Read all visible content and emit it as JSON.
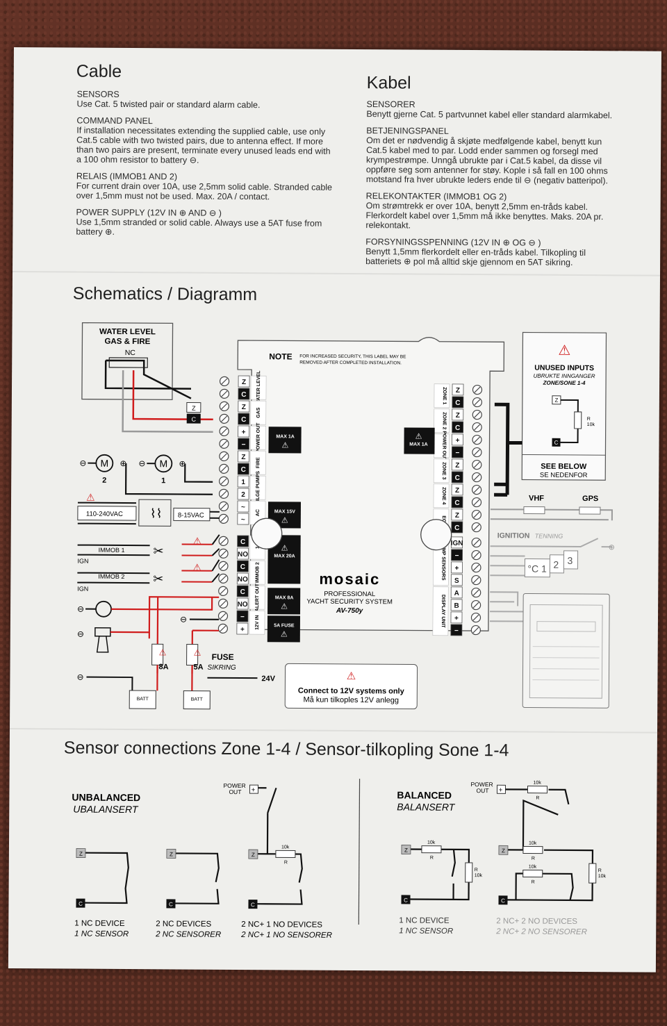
{
  "left_section": {
    "title": "Cable",
    "paragraphs": [
      {
        "label": "SENSORS",
        "text": "Use Cat. 5 twisted pair or standard alarm cable."
      },
      {
        "label": "COMMAND PANEL",
        "text": "If installation necessitates extending the supplied cable, use only Cat.5 cable with two twisted pairs, due to antenna effect. If more than two pairs are present, terminate every unused leads end with a 100 ohm resistor to battery ⊖."
      },
      {
        "label": "RELAIS (Immob1 and 2)",
        "text": "For current drain over 10A, use 2,5mm solid cable. Stranded cable over 1,5mm must not be used. Max. 20A / contact."
      },
      {
        "label": "POWER SUPPLY (12V IN ⊕ and ⊖ )",
        "text": "Use 1,5mm stranded or solid cable. Always use a 5AT fuse from battery ⊕."
      }
    ]
  },
  "right_section": {
    "title": "Kabel",
    "paragraphs": [
      {
        "label": "SENSORER",
        "text": "Benytt gjerne Cat. 5 partvunnet kabel eller standard alarmkabel."
      },
      {
        "label": "BETJENINGSPANEL",
        "text": "Om det er nødvendig å skjøte medfølgende kabel, benytt kun Cat.5 kabel med to par. Lodd ender sammen og forsegl med krympestrømpe. Unngå ubrukte par i Cat.5 kabel, da disse vil oppføre seg som antenner for støy. Kople i så fall en 100 ohms motstand fra hver ubrukte leders ende til ⊖ (negativ batteripol)."
      },
      {
        "label": "RELEKONTAKTER (Immob1 og 2)",
        "text": "Om strømtrekk er over 10A, benytt 2,5mm en-tråds kabel. Flerkordelt kabel over 1,5mm må ikke benyttes. Maks. 20A pr. relekontakt."
      },
      {
        "label": "FORSYNINGSSPENNING (12V IN ⊕ og ⊖ )",
        "text": "Benytt 1,5mm flerkordelt eller en-tråds kabel. Tilkopling til batteriets ⊕ pol må alltid skje gjennom en 5AT sikring."
      }
    ]
  },
  "schematics": {
    "title": "Schematics / Diagramm",
    "water_box": [
      "WATER LEVEL",
      "GAS & FIRE",
      "NC"
    ],
    "note_label": "NOTE",
    "note_text": [
      "FOR INCREASED SECURITY, THIS LABEL MAY BE",
      "REMOVED AFTER COMPLETED INSTALLATION."
    ],
    "left_terms": [
      "Z",
      "C",
      "Z",
      "C",
      "+",
      "−",
      "Z",
      "C",
      "1",
      "2",
      "~",
      "~"
    ],
    "left_groups": [
      "WATER LEVEL",
      "GAS",
      "POWER OUT",
      "FIRE",
      "BILGE PUMPS",
      "AC"
    ],
    "left_lower_terms": [
      "C",
      "NO",
      "C",
      "NO",
      "C",
      "NO",
      "−",
      "+"
    ],
    "left_lower_groups": [
      "1",
      "IMMOB 2",
      "ALERT OUT",
      "12V IN"
    ],
    "max_labels": [
      "MAX 1A",
      "MAX 15V",
      "MAX 20A",
      "MAX 8A",
      "5A FUSE"
    ],
    "right_terms": [
      "Z",
      "C",
      "Z",
      "C",
      "+",
      "−",
      "Z",
      "C",
      "Z",
      "C",
      "Z",
      "C"
    ],
    "right_groups": [
      "ZONE 1",
      "ZONE 2",
      "POWER OUT",
      "ZONE 3",
      "ZONE 4",
      "EQU"
    ],
    "right_max": "MAX 1A",
    "right_lower_terms": [
      "IGN",
      "−",
      "+",
      "S",
      "A",
      "B",
      "+",
      "−"
    ],
    "right_lower_groups": [
      "TEMP SENSORS",
      "DISPLAY UNIT"
    ],
    "brand": "mosaic",
    "brand_sub": [
      "PROFESSIONAL",
      "YACHT SECURITY SYSTEM",
      "AV-750y"
    ],
    "motors": [
      {
        "label": "M",
        "num": "2"
      },
      {
        "label": "M",
        "num": "1"
      }
    ],
    "vac": "110-240VAC",
    "vdc": "8-15VAC",
    "immob": [
      "IMMOB 1",
      "IGN",
      "IMMOB 2",
      "IGN"
    ],
    "fuses": [
      "8A",
      "5A"
    ],
    "fuse_label": "FUSE",
    "fuse_label_no": "SIKRING",
    "volt24": "24V",
    "batt": "BATT",
    "connect_en": "Connect to 12V systems only",
    "connect_no": "Må kun tilkoples 12V anlegg",
    "unused_title": "UNUSED INPUTS",
    "unused_no": "UBRUKTE INNGANGER",
    "unused_zone": "ZONE/SONE 1-4",
    "unused_r": [
      "R",
      "10k"
    ],
    "unused_z": "Z",
    "unused_c": "C",
    "see_below": "SEE BELOW",
    "see_below_no": "SE NEDENFOR",
    "vhf": "VHF",
    "gps": "GPS",
    "ignition": "IGNITION",
    "ignition_no": "TENNING",
    "temp_sensors": [
      "°C 1",
      "2",
      "3"
    ]
  },
  "sensor": {
    "title": "Sensor connections Zone 1-4 / Sensor-tilkopling Sone 1-4",
    "unbal": "UNBALANCED",
    "unbal_no": "UBALANSERT",
    "bal": "BALANCED",
    "bal_no": "BALANSERT",
    "power_out": [
      "POWER",
      "OUT"
    ],
    "z": "Z",
    "c": "C",
    "res": [
      "10k",
      "R"
    ],
    "unbal_items": [
      {
        "en": "1 NC DEVICE",
        "no": "1 NC SENSOR"
      },
      {
        "en": "2 NC DEVICES",
        "no": "2 NC SENSORER"
      },
      {
        "en": "2 NC+ 1 NO DEVICES",
        "no": "2 NC+ 1 NO SENSORER"
      }
    ],
    "bal_items": [
      {
        "en": "1 NC DEVICE",
        "no": "1 NC SENSOR"
      },
      {
        "en": "2 NC+ 2 NO DEVICES",
        "no": "2 NC+ 2 NO SENSORER"
      }
    ]
  }
}
